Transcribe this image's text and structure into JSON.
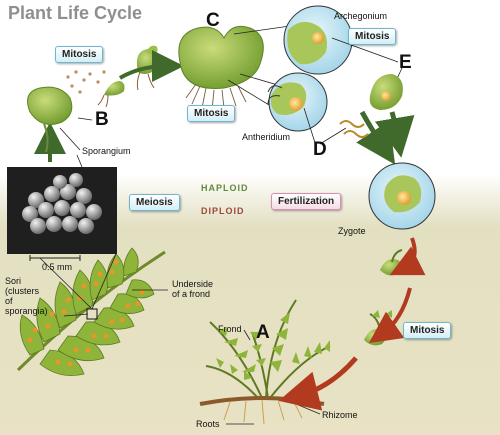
{
  "title": "Plant Life Cycle",
  "letters": {
    "a": "A",
    "b": "B",
    "c": "C",
    "d": "D",
    "e": "E"
  },
  "tags": {
    "mitosis_top_left": "Mitosis",
    "mitosis_archegonium": "Mitosis",
    "mitosis_antheridium": "Mitosis",
    "mitosis_sporophyte": "Mitosis",
    "meiosis": "Meiosis",
    "fertilization": "Fertilization"
  },
  "phases": {
    "haploid": "HAPLOID",
    "diploid": "DIPLOID"
  },
  "labels": {
    "archegonium": "Archegonium",
    "antheridium": "Antheridium",
    "sporangium": "Sporangium",
    "zygote": "Zygote",
    "scale": "0.5 mm",
    "sori": "Sori\n(clusters\nof\nsporangia)",
    "underside": "Underside\nof a frond",
    "frond": "Frond",
    "roots": "Roots",
    "rhizome": "Rhizome"
  },
  "colors": {
    "title": "#8f8f8f",
    "haploid": "#5f8a3a",
    "diploid": "#9b4a3a",
    "arrow_haploid": "#3f6a2c",
    "arrow_diploid": "#b23a1e",
    "tag_border": "#6fb7cf",
    "fertilization_tag_border": "#d890b0"
  }
}
